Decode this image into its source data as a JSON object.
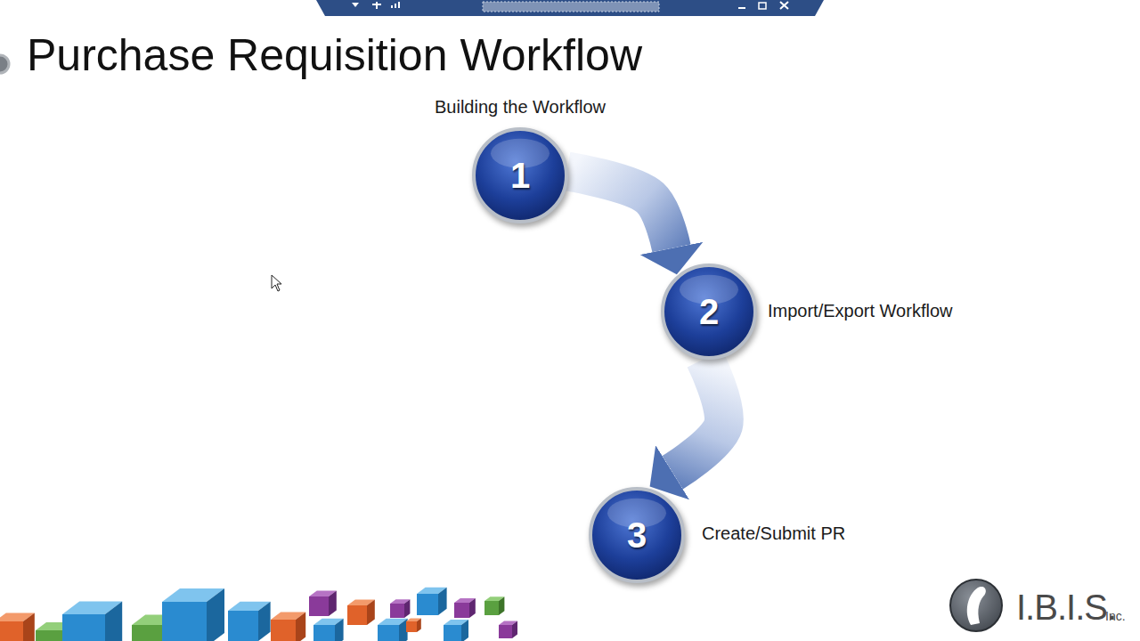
{
  "diagram": {
    "title": "Purchase Requisition Workflow",
    "nodes": [
      {
        "text": [
          "1",
          "Building the Workflow"
        ]
      },
      {
        "text": [
          "2",
          "Import/Export Workflow"
        ]
      },
      {
        "text": [
          "3",
          "Create/Submit PR"
        ]
      }
    ],
    "edges": [
      {
        "from": 0,
        "to": 1,
        "arrow": "to"
      },
      {
        "from": 1,
        "to": 2,
        "arrow": "to"
      }
    ],
    "labels": [
      "I.B.I.S.",
      "Inc."
    ]
  }
}
